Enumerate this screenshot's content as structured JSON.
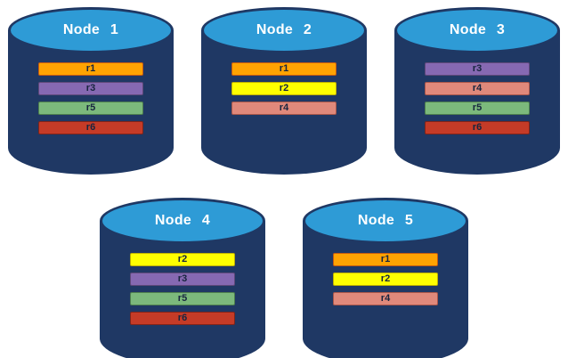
{
  "diagram": {
    "type": "database-nodes-replication-diagram",
    "colors": {
      "background": "#FFFFFF",
      "cylinder_body": "#1F3864",
      "cylinder_top": "#2E9BD6",
      "node_label_text": "#FFFFFF",
      "record_label_text": "#17253F"
    },
    "records_palette": {
      "r1": {
        "fill": "#FFA302",
        "border": "#C55A11"
      },
      "r2": {
        "fill": "#FFFF00",
        "border": "#BFB000"
      },
      "r3": {
        "fill": "#8669B2",
        "border": "#5F497A"
      },
      "r4": {
        "fill": "#E0897B",
        "border": "#A8564A"
      },
      "r5": {
        "fill": "#7CB97C",
        "border": "#4E7F4E"
      },
      "r6": {
        "fill": "#C53B27",
        "border": "#7F241A"
      }
    },
    "nodes": [
      {
        "label": "Node 1",
        "row": 1,
        "records": [
          "r1",
          "r3",
          "r5",
          "r6"
        ]
      },
      {
        "label": "Node 2",
        "row": 1,
        "records": [
          "r1",
          "r2",
          "r4"
        ]
      },
      {
        "label": "Node 3",
        "row": 1,
        "records": [
          "r3",
          "r4",
          "r5",
          "r6"
        ]
      },
      {
        "label": "Node 4",
        "row": 2,
        "records": [
          "r2",
          "r3",
          "r5",
          "r6"
        ]
      },
      {
        "label": "Node 5",
        "row": 2,
        "records": [
          "r1",
          "r2",
          "r4"
        ]
      }
    ]
  }
}
